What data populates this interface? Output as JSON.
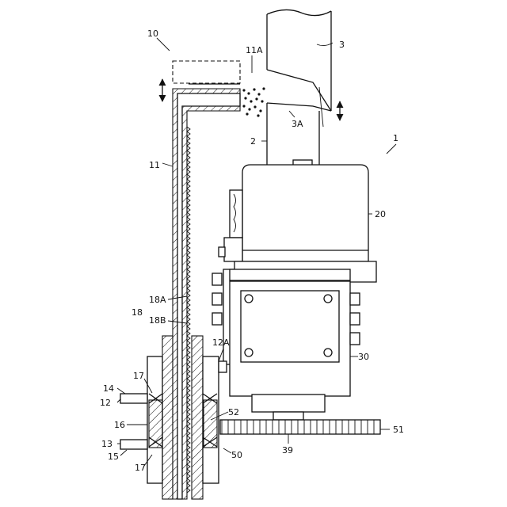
{
  "labels": {
    "l10": "10",
    "l11A": "11A",
    "l3": "3",
    "l3A": "3A",
    "l2": "2",
    "l1": "1",
    "l11": "11",
    "l20": "20",
    "l18": "18",
    "l18A": "18A",
    "l18B": "18B",
    "l12A": "12A",
    "l30": "30",
    "l17a": "17",
    "l14": "14",
    "l12": "12",
    "l16": "16",
    "l52": "52",
    "l51": "51",
    "l13": "13",
    "l15": "15",
    "l50": "50",
    "l39": "39",
    "l17b": "17"
  }
}
